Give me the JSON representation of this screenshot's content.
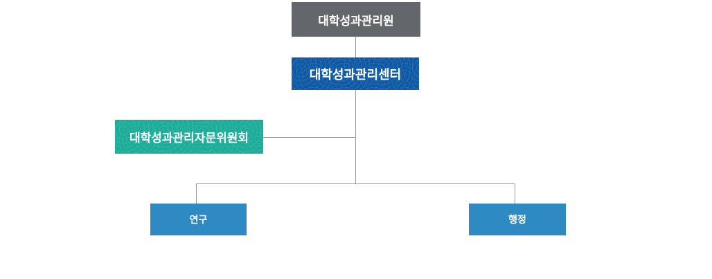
{
  "diagram": {
    "type": "org-chart",
    "background_color": "#ffffff",
    "connector_color": "#9b9b9b",
    "nodes": {
      "institute": {
        "label": "대학성과관리원",
        "color": "#63666b",
        "level": 1
      },
      "center": {
        "label": "대학성과관리센터",
        "color": "#0c58a5",
        "level": 2
      },
      "committee": {
        "label": "대학성과관리자문위원회",
        "color": "#19ac98",
        "level": 3
      },
      "research": {
        "label": "연구",
        "color": "#2f8ac3",
        "level": 4
      },
      "admin": {
        "label": "행정",
        "color": "#2f8ac3",
        "level": 4
      }
    },
    "edges": [
      {
        "from": "institute",
        "to": "center"
      },
      {
        "from": "center",
        "to": "committee",
        "style": "side-branch"
      },
      {
        "from": "center",
        "to": "research"
      },
      {
        "from": "center",
        "to": "admin"
      }
    ]
  }
}
